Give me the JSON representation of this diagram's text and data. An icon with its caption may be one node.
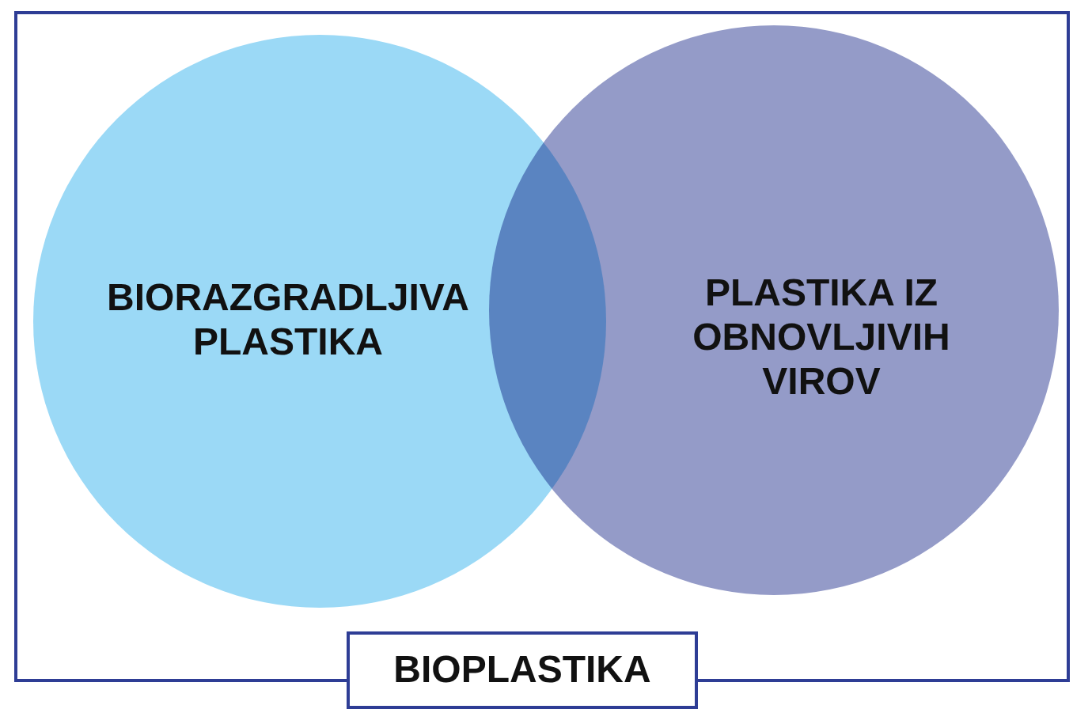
{
  "diagram": {
    "nodes": [
      {
        "text": [
          "BIOPLASTIKA"
        ]
      },
      {
        "text": [
          "BIORAZGRADLJIVA PLASTIKA"
        ],
        "in": 0
      },
      {
        "text": [
          "PLASTIKA IZ OBNOVLJIVIH VIROV"
        ],
        "in": 0
      }
    ]
  }
}
